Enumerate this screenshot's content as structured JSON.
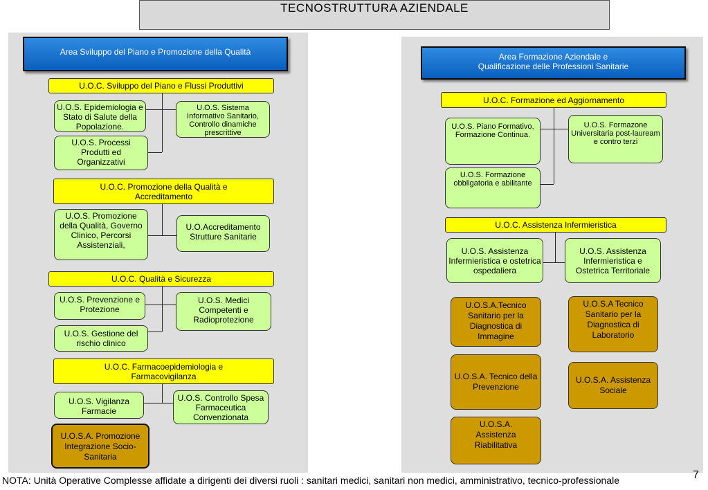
{
  "title": "TECNOSTRUTTURA   AZIENDALE",
  "left": {
    "area": "Area Sviluppo del Piano e Promozione della Qualità",
    "uoc1": "U.O.C. Sviluppo del Piano e Flussi Produttivi",
    "uos_epidemiologia": "U.O.S. Epidemiologia e Stato di Salute della Popolazione.",
    "uos_sistema_informativo": "U.O.S. Sistema Informativo Sanitario, Controllo dinamiche prescrittive",
    "uos_processi": "U.O.S. Processi Produtti ed Organizzativi",
    "uoc2": "U.O.C. Promozione della Qualità e Accreditamento",
    "uos_promozione_qualita": "U.O.S. Promozione della Qualità, Governo Clinico, Percorsi Assistenziali,",
    "uo_accreditamento": "U.O.Accreditamento Strutture Sanitarie",
    "uoc3": "U.O.C. Qualità e Sicurezza",
    "uos_prevenzione_protezione": "U.O.S. Prevenzione e Protezione",
    "uos_medici_competenti": "U.O.S. Medici Competenti e Radioprotezione",
    "uos_rischio_clinico": "U.O.S. Gestione del rischio clinico",
    "uoc4": "U.O.C. Farmacoepidemiologia e Farmacovigilanza",
    "uos_vigilanza_farmacie": "U.O.S. Vigilanza Farmacie",
    "uos_controllo_spesa": "U.O.S. Controllo Spesa Farmaceutica Convenzionata",
    "uosa_integrazione": "U.O.S.A. Promozione Integrazione Socio-Sanitaria"
  },
  "right": {
    "area_line1": "Area Formazione Aziendale e",
    "area_line2": "Qualificazione delle Professioni Sanitarie",
    "uoc1": "U.O.C. Formazione ed Aggiornamento",
    "uos_piano_formativo": "U.O.S. Piano Formativo, Formazione Continua.",
    "uos_formazione_universitaria": "U.O.S. Formazone Universitaria post-lauream  e contro terzi",
    "uos_formazione_obbligatoria": "U.O.S. Formazione obbligatoria e abilitante",
    "uoc2": "U.O.C. Assistenza Infermieristica",
    "uos_ospedaliera": "U.O.S. Assistenza Infermieristica e ostetrica ospedaliera",
    "uos_territoriale": "U.O.S. Assistenza Infermieristica e Ostetrica Territoriale",
    "uosa_diagnostica_immagine": "U.O.S.A.Tecnico Sanitario per la Diagnostica di Immagine",
    "uosa_diagnostica_laboratorio": "U.O.S.A Tecnico Sanitario per la Diagnostica di Laboratorio",
    "uosa_prevenzione": "U.O.S.A. Tecnico della Prevenzione",
    "uosa_assistenza_sociale": "U.O.S.A. Assistenza Sociale",
    "uosa_riabilitativa": "U.O.S.A. Assistenza Riabilitativa"
  },
  "nota": "NOTA: Unità Operative Complesse affidate a dirigenti dei diversi ruoli : sanitari medici, sanitari non medici, amministrativo, tecnico-professionale",
  "page_number": "7",
  "colors": {
    "area_blue": "#0a6fd6",
    "uoc_yellow": "#ffff00",
    "uos_green": "#ccff99",
    "uosa_gold": "#cc9900",
    "panel_gray": "#dedede"
  }
}
